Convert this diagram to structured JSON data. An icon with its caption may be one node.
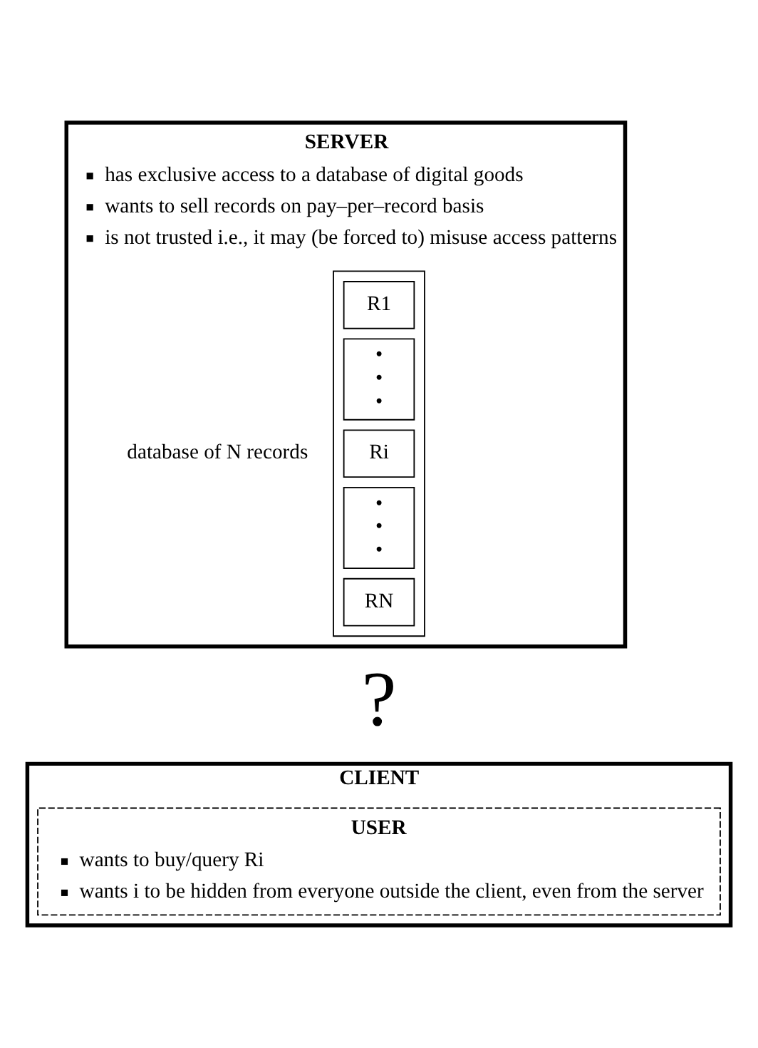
{
  "diagram": {
    "nodes": [
      {
        "text": [
          "SERVER",
          "has exclusive access to a database of digital goods",
          "wants to sell records on pay–per–record basis",
          "is not trusted i.e., it may (be forced to) misuse access patterns"
        ]
      },
      {
        "text": [],
        "shape": "box",
        "in": 0,
        "beside": [
          "database of N records"
        ]
      },
      {
        "text": [
          "R1"
        ],
        "in": 1
      },
      {
        "text": [
          "• • •"
        ],
        "in": 1
      },
      {
        "text": [
          "Ri"
        ],
        "in": 1
      },
      {
        "text": [
          "• • •"
        ],
        "in": 1
      },
      {
        "text": [
          "RN"
        ],
        "in": 1
      },
      {
        "text": [
          "CLIENT"
        ]
      },
      {
        "text": [
          "USER",
          "wants to buy/query Ri",
          "wants i to be hidden from everyone outside the client, even from the server"
        ],
        "in": 7
      }
    ],
    "labels": [
      "?"
    ]
  }
}
